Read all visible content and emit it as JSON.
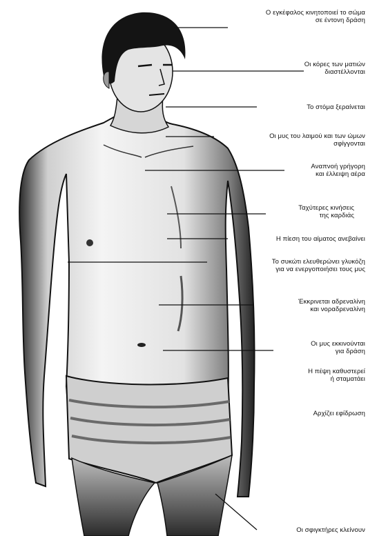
{
  "annotations": [
    {
      "id": "brain",
      "lines": [
        "Ο εγκέφαλος κινητοποιεί το σώμα",
        "σε έντονη δράση"
      ]
    },
    {
      "id": "pupils",
      "lines": [
        "Οι κόρες των ματιών",
        "διαστέλλονται"
      ]
    },
    {
      "id": "mouth",
      "lines": [
        "Το στόμα ξεραίνεται"
      ]
    },
    {
      "id": "neck-muscles",
      "lines": [
        "Οι μυς του λαιμού και των ώμων",
        "σφίγγονται"
      ]
    },
    {
      "id": "breathing",
      "lines": [
        "Αναπνοή γρήγορη",
        "και έλλειψη αέρα"
      ]
    },
    {
      "id": "heartbeat",
      "lines": [
        "Ταχύτερες κινήσεις",
        "της καρδιάς"
      ]
    },
    {
      "id": "blood-pressure",
      "lines": [
        "Η πίεση του αίματος ανεβαίνει"
      ]
    },
    {
      "id": "liver",
      "lines": [
        "Το συκώτι ελευθερώνει γλυκόζη",
        "για να ενεργοποιήσει τους μυς"
      ]
    },
    {
      "id": "adrenaline",
      "lines": [
        "Έκκρινεται αδρεναλίνη",
        "και νοραδρεναλίνη"
      ]
    },
    {
      "id": "muscles-action",
      "lines": [
        "Οι μυς εκκινούνται",
        "για δράση"
      ]
    },
    {
      "id": "digestion",
      "lines": [
        "Η πέψη καθυστερεί",
        "ή σταματάει"
      ]
    },
    {
      "id": "sweating",
      "lines": [
        "Αρχίζει εφίδρωση"
      ]
    },
    {
      "id": "sphincters",
      "lines": [
        "Οι σφιγκτήρες κλείνουν"
      ]
    }
  ]
}
